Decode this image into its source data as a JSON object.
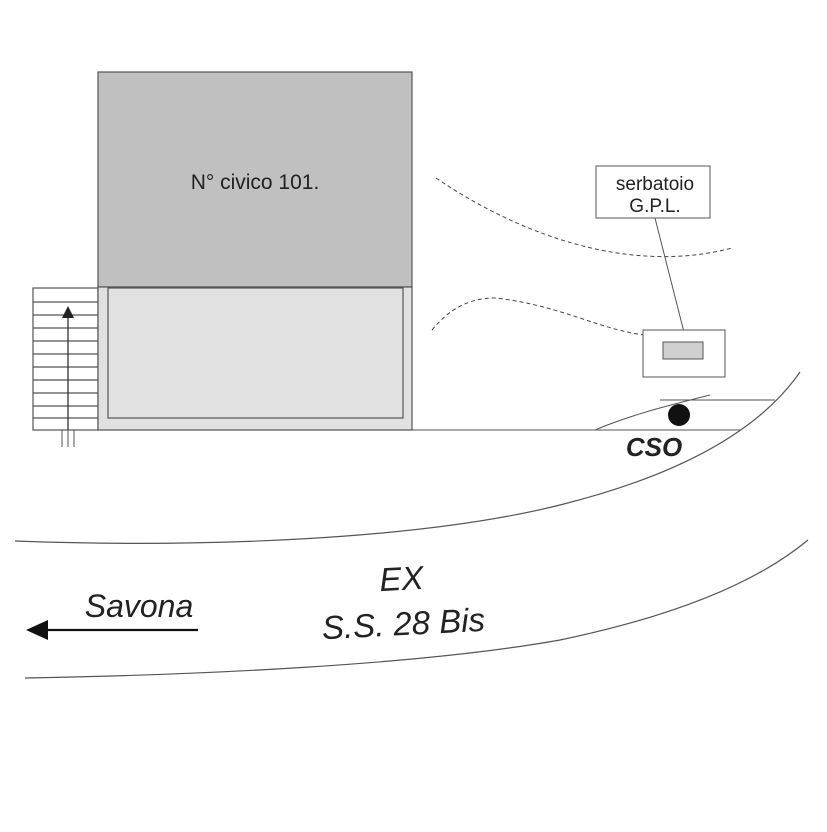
{
  "map": {
    "building_label": "N° civico 101.",
    "tank_label_line1": "serbatoio",
    "tank_label_line2": "G.P.L.",
    "cso_label": "CSO",
    "road_label_line1": "EX",
    "road_label_line2": "S.S. 28 Bis",
    "direction_label": "Savona",
    "colors": {
      "building_roof": "#c0c0c0",
      "building_front": "#e1e1e1",
      "line": "#555555",
      "background": "#ffffff"
    }
  }
}
